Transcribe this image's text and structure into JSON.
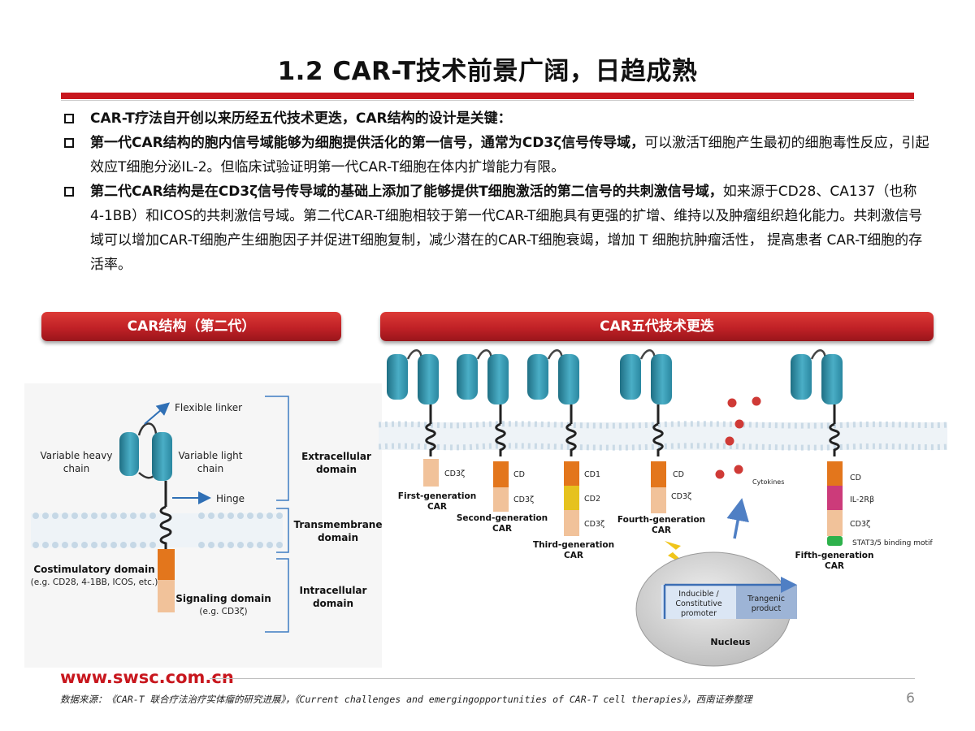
{
  "title": "1.2 CAR-T技术前景广阔，日趋成熟",
  "bullets": [
    {
      "bold": "CAR-T疗法自开创以来历经五代技术更迭，CAR结构的设计是关键：",
      "rest": ""
    },
    {
      "bold": "第一代CAR结构的胞内信号域能够为细胞提供活化的第一信号，通常为CD3ζ信号传导域，",
      "rest": "可以激活T细胞产生最初的细胞毒性反应，引起效应T细胞分泌IL-2。但临床试验证明第一代CAR-T细胞在体内扩增能力有限。"
    },
    {
      "bold": "第二代CAR结构是在CD3ζ信号传导域的基础上添加了能够提供T细胞激活的第二信号的共刺激信号域，",
      "rest": "如来源于CD28、CA137（也称4-1BB）和ICOS的共刺激信号域。第二代CAR-T细胞相较于第一代CAR-T细胞具有更强的扩增、维持以及肿瘤组织趋化能力。共刺激信号域可以增加CAR-T细胞产生细胞因子并促进T细胞复制，减少潜在的CAR-T细胞衰竭，增加 T 细胞抗肿瘤活性， 提高患者 CAR-T细胞的存活率。"
    }
  ],
  "left_panel": {
    "header": "CAR结构（第二代）",
    "labels": {
      "flexible_linker": "Flexible linker",
      "heavy_chain_1": "Variable heavy",
      "heavy_chain_2": "chain",
      "light_chain_1": "Variable light",
      "light_chain_2": "chain",
      "hinge": "Hinge",
      "costim_1": "Costimulatory domain",
      "costim_2": "(e.g. CD28, 4-1BB, ICOS, etc.)",
      "signaling_1": "Signaling domain",
      "signaling_2": "(e.g. CD3ζ)",
      "extracellular_1": "Extracellular",
      "extracellular_2": "domain",
      "transmembrane_1": "Transmembrane",
      "transmembrane_2": "domain",
      "intracellular_1": "Intracellular",
      "intracellular_2": "domain"
    }
  },
  "right_panel": {
    "header": "CAR五代技术更迭",
    "gen1": {
      "name_1": "First-generation",
      "name_2": "CAR",
      "d1": "CD3ζ"
    },
    "gen2": {
      "name_1": "Second-generation",
      "name_2": "CAR",
      "d1": "CD",
      "d2": "CD3ζ"
    },
    "gen3": {
      "name_1": "Third-generation",
      "name_2": "CAR",
      "d1": "CD1",
      "d2": "CD2",
      "d3": "CD3ζ"
    },
    "gen4": {
      "name_1": "Fourth-generation",
      "name_2": "CAR",
      "d1": "CD",
      "d2": "CD3ζ",
      "cytokines": "Cytokines"
    },
    "gen5": {
      "name_1": "Fifth-generation",
      "name_2": "CAR",
      "d1": "CD",
      "d2": "IL-2Rβ",
      "d3": "CD3ζ",
      "d4": "STAT3/5 binding motif"
    },
    "nucleus": {
      "label": "Nucleus",
      "promoter_1": "Inducible /",
      "promoter_2": "Constitutive",
      "promoter_3": "promoter",
      "product_1": "Trangenic",
      "product_2": "product"
    }
  },
  "colors": {
    "accent": "#c8171e",
    "domain_blue": "#3a9bb5",
    "domain_dark": "#1f6f84",
    "costim": "#e3761c",
    "cd3z": "#f1c29a",
    "cd2": "#e6c21e",
    "il2rb": "#cc3b7a",
    "stat": "#2db14b"
  },
  "footer": {
    "url": "www.swsc.com.cn",
    "source": "数据来源：《CAR-T 联合疗法治疗实体瘤的研究进展》，《Current challenges and emergingopportunities of CAR-T cell therapies》，西南证券整理",
    "page": "6"
  }
}
